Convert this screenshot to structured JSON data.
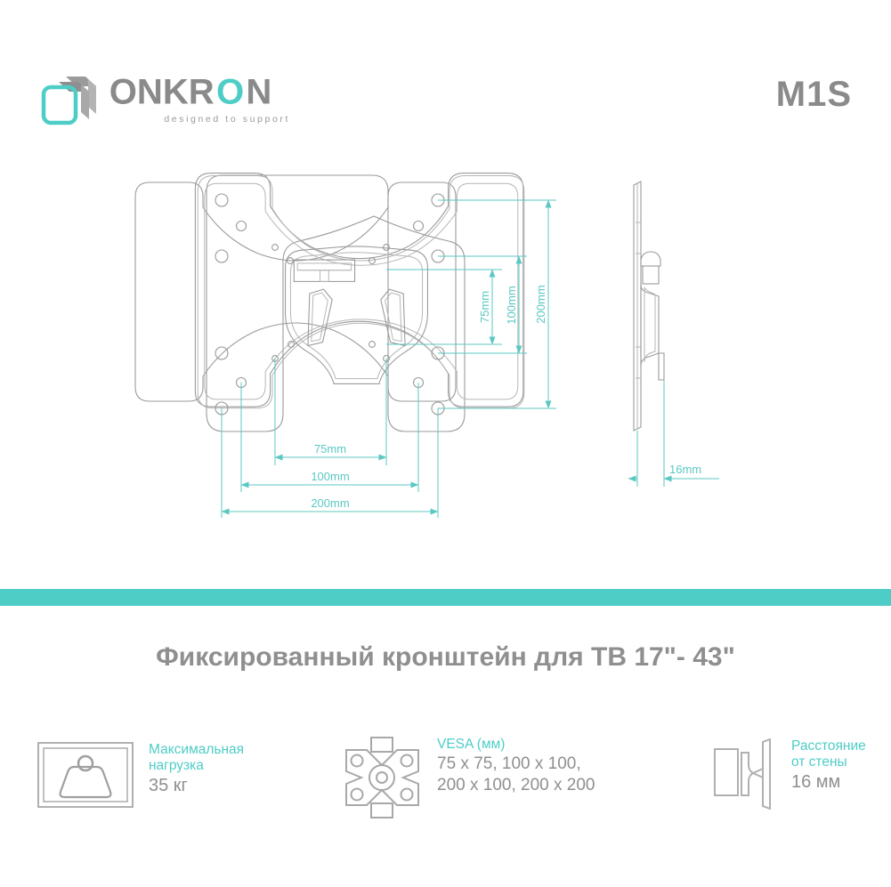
{
  "brand": {
    "name": "ONKRON",
    "tagline": "designed to support",
    "logo_icon": "onkron-cube-logo",
    "accent_color": "#4ecdc7",
    "gray_color": "#8f8f8f"
  },
  "model": {
    "code": "M1S"
  },
  "title": {
    "text": "Фиксированный кронштейн для ТВ 17\"- 43\""
  },
  "drawing": {
    "front_view_label": "tv-bracket-front-view",
    "side_view_label": "tv-bracket-side-view",
    "dimensions": {
      "vertical": [
        {
          "id": "v75",
          "label": "75mm"
        },
        {
          "id": "v100",
          "label": "100mm"
        },
        {
          "id": "v200",
          "label": "200mm"
        }
      ],
      "horizontal": [
        {
          "id": "h75",
          "label": "75mm"
        },
        {
          "id": "h100",
          "label": "100mm"
        },
        {
          "id": "h200",
          "label": "200mm"
        }
      ],
      "side": [
        {
          "id": "d16",
          "label": "16mm"
        }
      ]
    }
  },
  "features": [
    {
      "id": "max-load",
      "icon": "weight-icon",
      "label_line1": "Максимальная",
      "label_line2": "нагрузка",
      "value": "35 кг"
    },
    {
      "id": "vesa",
      "icon": "vesa-plate-icon",
      "label_line1": "VESA (мм)",
      "value_line1": "75 x 75, 100 x 100,",
      "value_line2": "200 x 100, 200 x 200"
    },
    {
      "id": "wall-distance",
      "icon": "wall-distance-icon",
      "label_line1": "Расстояние",
      "label_line2": "от стены",
      "value": "16 мм"
    }
  ]
}
